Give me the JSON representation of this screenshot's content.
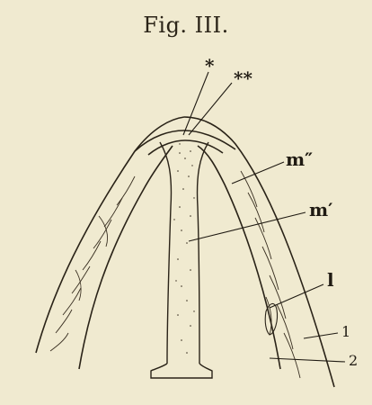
{
  "figure": {
    "title": "Fig. III."
  },
  "labels": {
    "asterisk_single": "*",
    "asterisk_double": "**",
    "m_double_prime": "m″",
    "m_prime": "m′",
    "l": "l",
    "layer_1": "1",
    "layer_2": "2"
  },
  "colors": {
    "paper": "#f0ead0",
    "ink": "#1f1a12"
  }
}
